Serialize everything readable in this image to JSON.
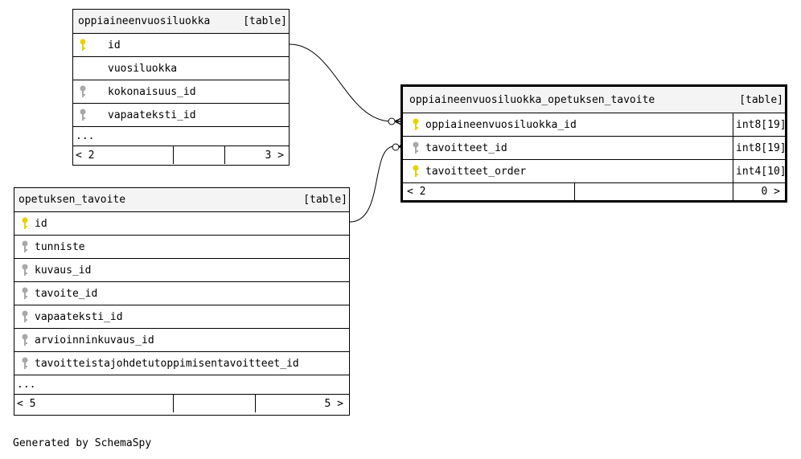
{
  "tables": {
    "t1": {
      "name": "oppiaineenvuosiluokka",
      "tag": "[table]",
      "columns": [
        {
          "name": "id",
          "key": "primary"
        },
        {
          "name": "vuosiluokka",
          "key": "none"
        },
        {
          "name": "kokonaisuus_id",
          "key": "foreign"
        },
        {
          "name": "vapaateksti_id",
          "key": "foreign"
        }
      ],
      "more": "...",
      "nav_left": "< 2",
      "nav_right": "3 >"
    },
    "t2": {
      "name": "oppiaineenvuosiluokka_opetuksen_tavoite",
      "tag": "[table]",
      "columns": [
        {
          "name": "oppiaineenvuosiluokka_id",
          "key": "primary",
          "type": "int8[19]"
        },
        {
          "name": "tavoitteet_id",
          "key": "foreign",
          "type": "int8[19]"
        },
        {
          "name": "tavoitteet_order",
          "key": "primary",
          "type": "int4[10]"
        }
      ],
      "nav_left": "< 2",
      "nav_right": "0 >"
    },
    "t3": {
      "name": "opetuksen_tavoite",
      "tag": "[table]",
      "columns": [
        {
          "name": "id",
          "key": "primary"
        },
        {
          "name": "tunniste",
          "key": "foreign"
        },
        {
          "name": "kuvaus_id",
          "key": "foreign"
        },
        {
          "name": "tavoite_id",
          "key": "foreign"
        },
        {
          "name": "vapaateksti_id",
          "key": "foreign"
        },
        {
          "name": "arvioinninkuvaus_id",
          "key": "foreign"
        },
        {
          "name": "tavoitteistajohdetutoppimisentavoitteet_id",
          "key": "foreign"
        }
      ],
      "more": "...",
      "nav_left": "< 5",
      "nav_right": "5 >"
    }
  },
  "footer": "Generated by SchemaSpy",
  "colors": {
    "primary_key": "#e6d200",
    "foreign_key": "#a8a8a8",
    "header_bg": "#f4f4f4"
  }
}
